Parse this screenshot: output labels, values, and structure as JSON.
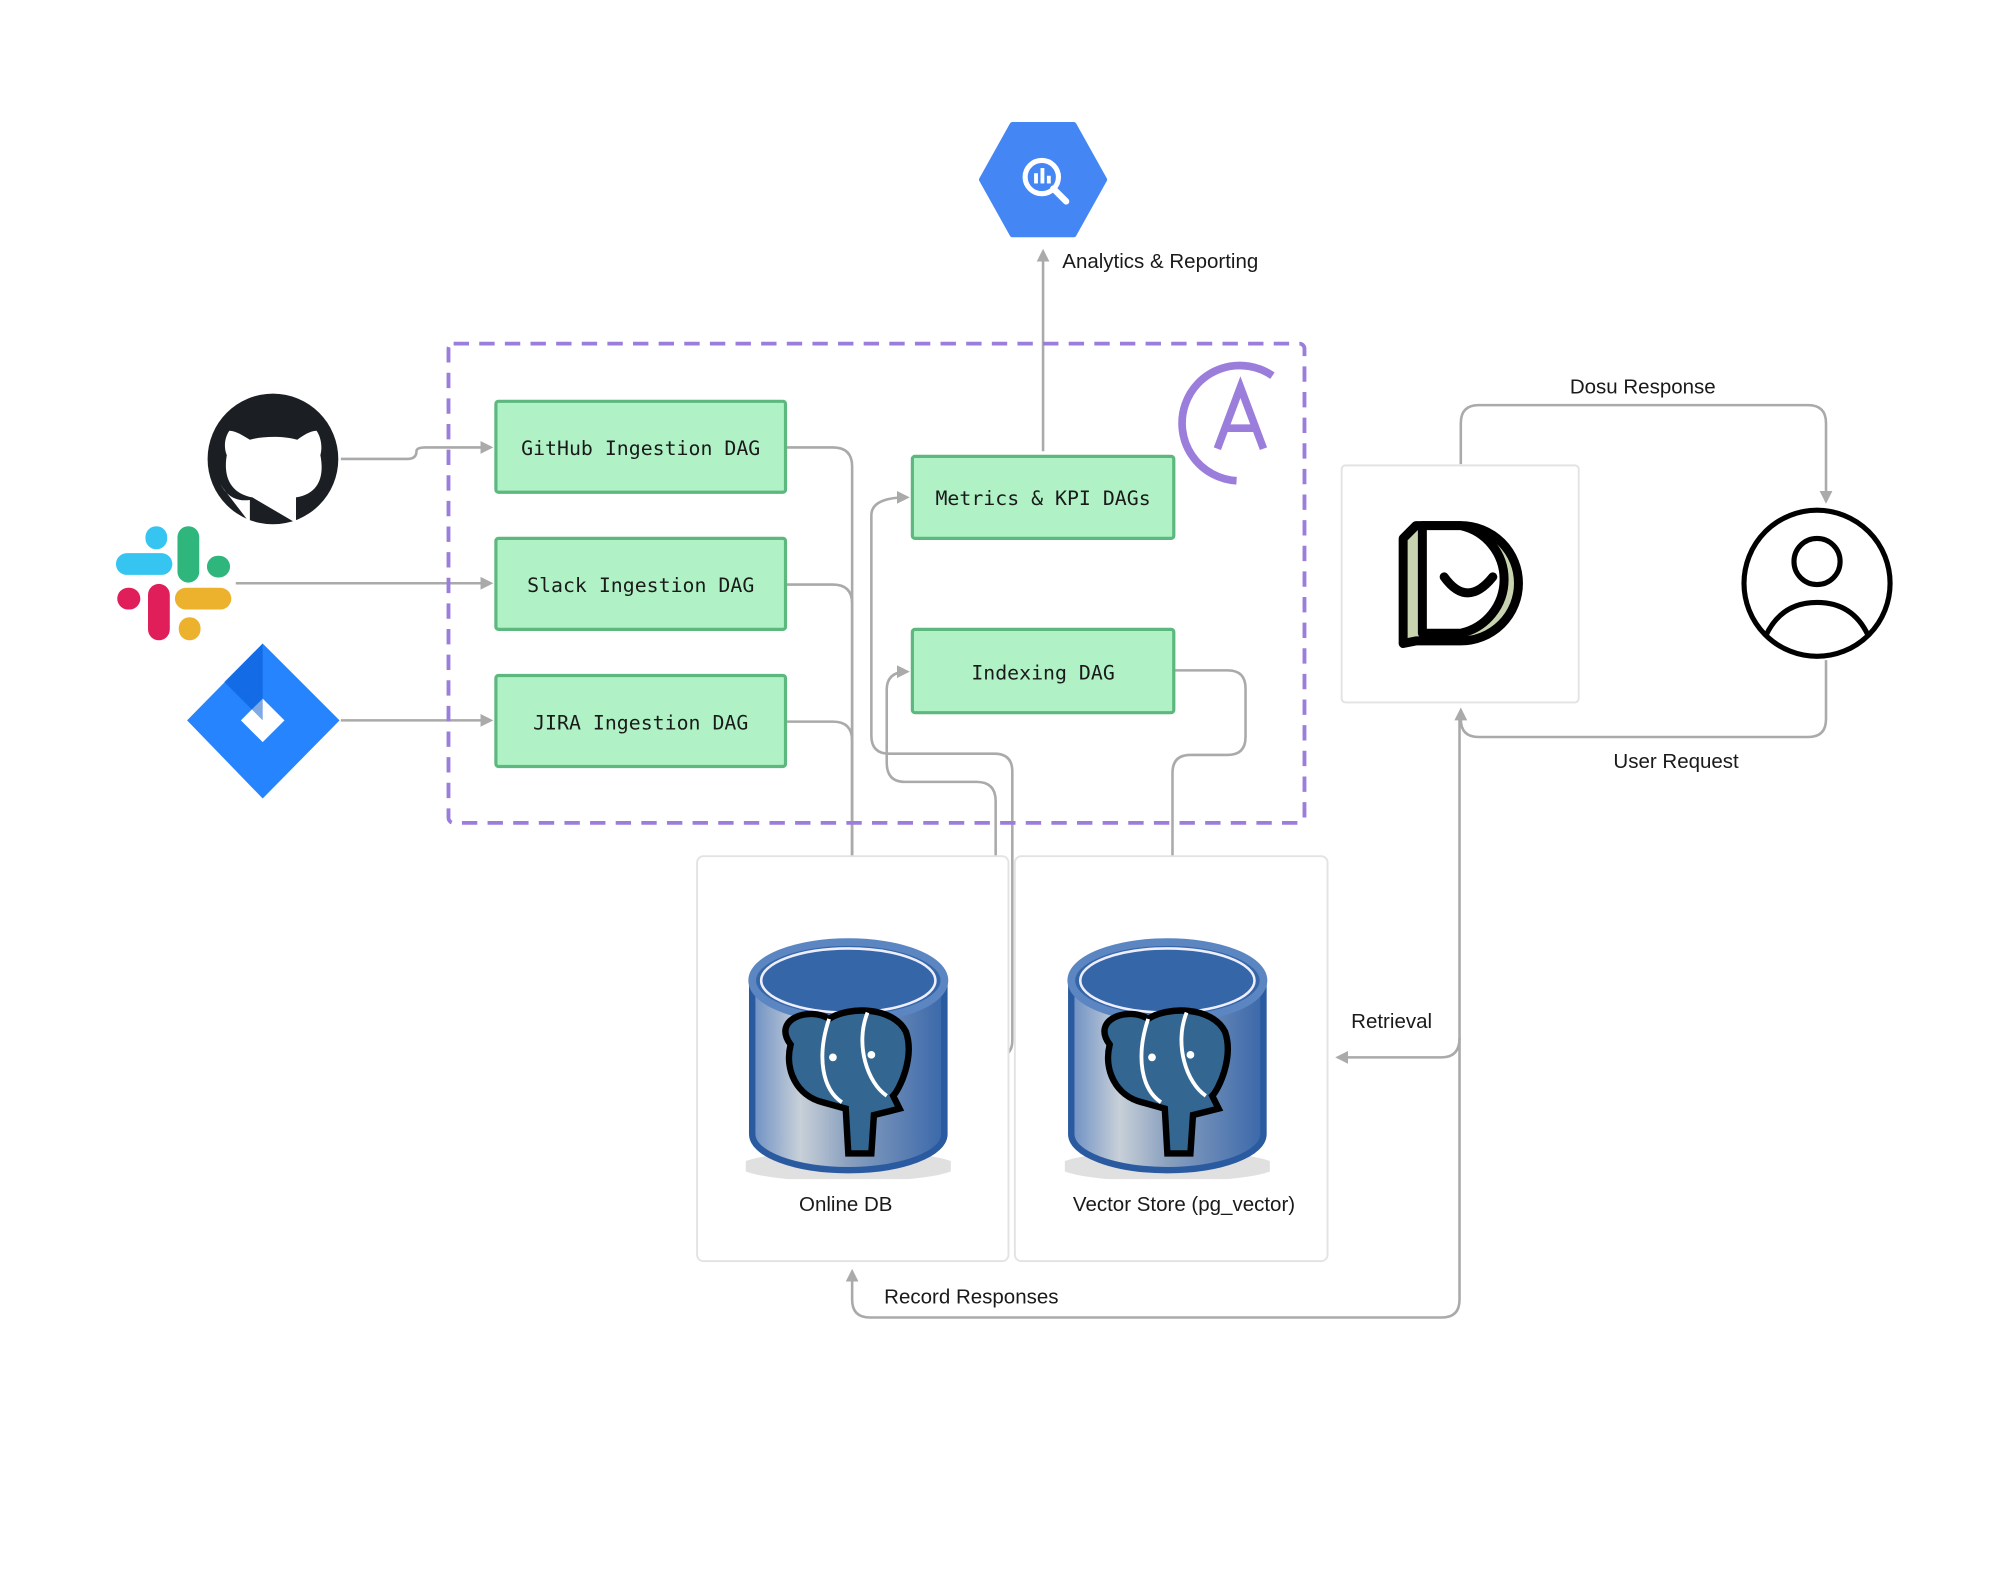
{
  "colors": {
    "dag_fill": "#b0f2c6",
    "dag_border": "#5cb87f",
    "airflow_purple": "#9b7ddb",
    "edge": "#aaaaaa",
    "bigquery_blue": "#4386f4",
    "postgres_blue": "#336699"
  },
  "analytics": {
    "label": "Analytics & Reporting",
    "icon": "bigquery-icon"
  },
  "sources": [
    {
      "name": "GitHub",
      "icon": "github-icon"
    },
    {
      "name": "Slack",
      "icon": "slack-icon"
    },
    {
      "name": "JIRA",
      "icon": "jira-icon"
    }
  ],
  "airflow": {
    "icon": "airflow-icon",
    "dags": {
      "github": "GitHub Ingestion DAG",
      "slack": "Slack Ingestion DAG",
      "jira": "JIRA Ingestion DAG",
      "metrics": "Metrics & KPI DAGs",
      "indexing": "Indexing DAG"
    }
  },
  "stores": {
    "online_db": "Online DB",
    "vector_store": "Vector Store (pg_vector)",
    "icon": "postgresql-icon"
  },
  "dosu": {
    "icon": "dosu-logo-icon"
  },
  "user": {
    "icon": "user-icon"
  },
  "edges": {
    "dosu_response": "Dosu Response",
    "user_request": "User Request",
    "retrieval": "Retrieval",
    "record_responses": "Record Responses"
  }
}
